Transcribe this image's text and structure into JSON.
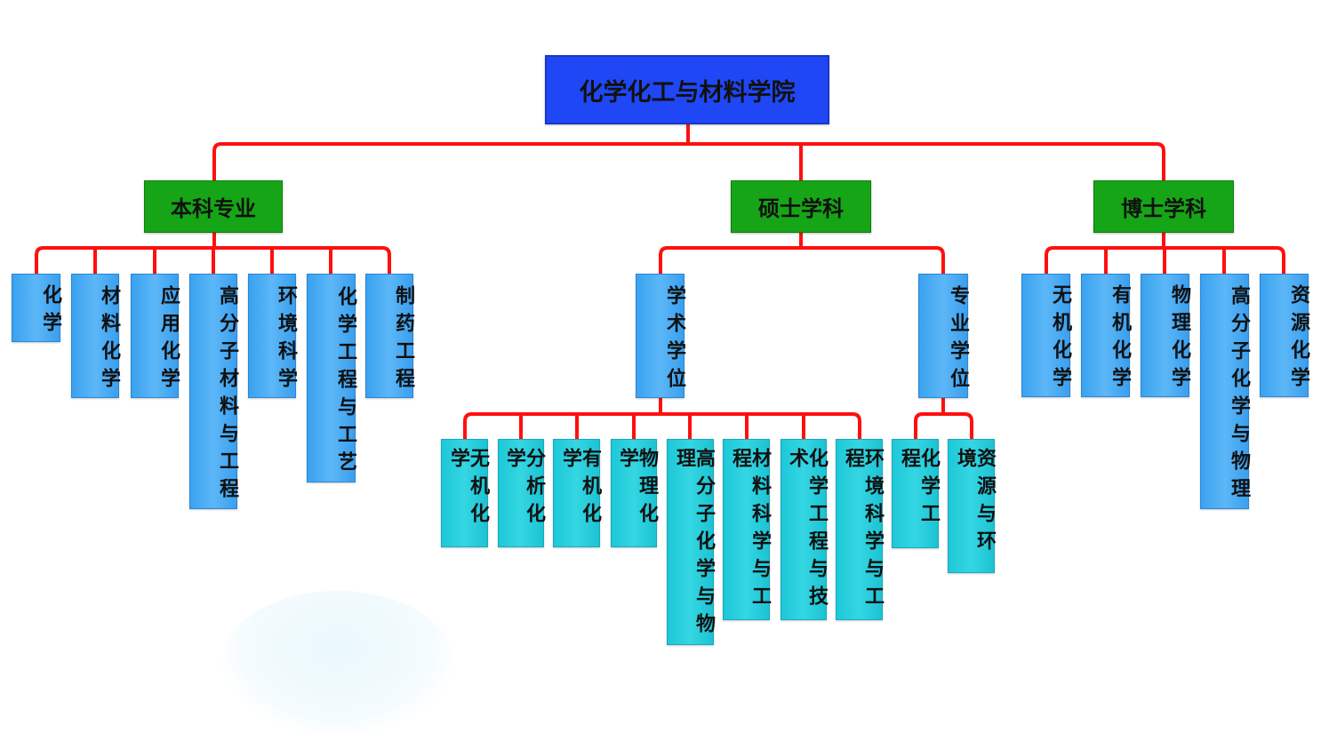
{
  "diagram": {
    "root": "化学化工与材料学院",
    "colors": {
      "root_fill": "#1f47f5",
      "category_fill": "#16a516",
      "leaf_fill_blue": "#4aaef4",
      "leaf_fill_cyan": "#2ad0de",
      "connector": "#ff0f0f"
    },
    "undergraduate": {
      "label": "本科专业",
      "majors": [
        "化学",
        "材料化学",
        "应用化学",
        "高分子材料与工程",
        "环境科学",
        "化学工程与工艺",
        "制药工程"
      ]
    },
    "master": {
      "label": "硕士学科",
      "academic": {
        "label": "学术学位",
        "disciplines": [
          "无机化学",
          "分析化学",
          "有机化学",
          "物理化学",
          "高分子化学与物理",
          "材料科学与工程",
          "化学工程与技术",
          "环境科学与工程"
        ]
      },
      "professional": {
        "label": "专业学位",
        "disciplines": [
          "化学工程",
          "资源与环境"
        ]
      }
    },
    "doctoral": {
      "label": "博士学科",
      "disciplines": [
        "无机化学",
        "有机化学",
        "物理化学",
        "高分子化学与物理",
        "资源化学"
      ]
    }
  }
}
